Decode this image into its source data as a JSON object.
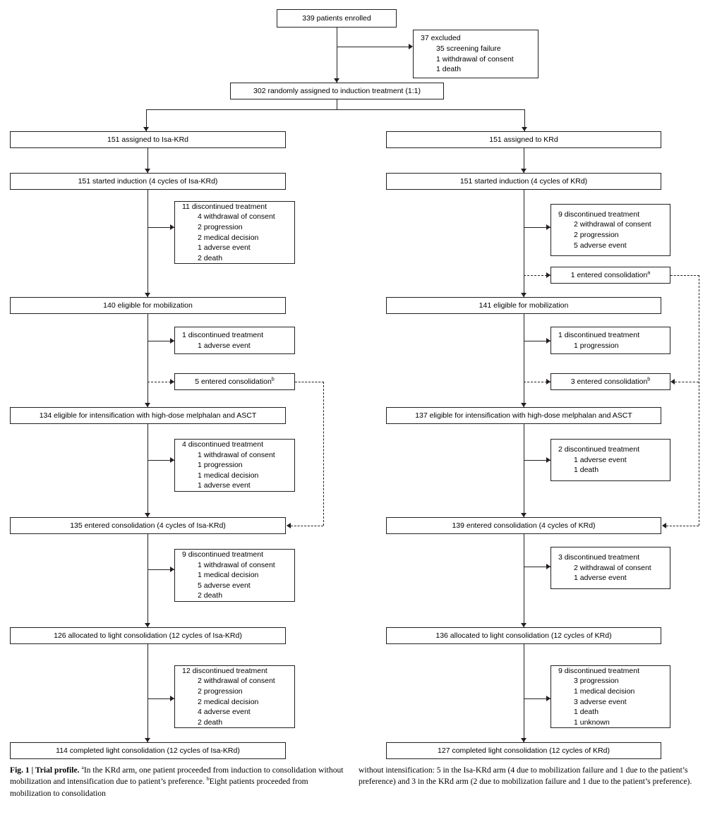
{
  "figure": {
    "type": "consort-flow-diagram",
    "label": "Fig. 1",
    "title": "Trial profile."
  },
  "nodes": {
    "enrolled": {
      "text": "339 patients enrolled"
    },
    "excluded": {
      "head": "37 excluded",
      "items": [
        "35 screening failure",
        "1 withdrawal of consent",
        "1 death"
      ]
    },
    "randomized": {
      "text": "302 randomly assigned to induction treatment (1:1)"
    },
    "left_assigned": {
      "text": "151 assigned to Isa-KRd"
    },
    "left_induction": {
      "text": "151 started induction (4 cycles of Isa-KRd)"
    },
    "left_disc1": {
      "head": "11 discontinued treatment",
      "items": [
        "4 withdrawal of consent",
        "2 progression",
        "2 medical decision",
        "1 adverse event",
        "2 death"
      ]
    },
    "left_mobilization": {
      "text": "140 eligible for mobilization"
    },
    "left_disc2": {
      "head": "1 discontinued treatment",
      "items": [
        "1 adverse event"
      ]
    },
    "left_entered_consol_side": {
      "text": "5 entered consolidation",
      "footnote": "b"
    },
    "left_intensification": {
      "text": "134 eligible for intensification with high-dose melphalan and ASCT"
    },
    "left_disc3": {
      "head": "4 discontinued treatment",
      "items": [
        "1 withdrawal of consent",
        "1 progression",
        "1 medical decision",
        "1 adverse event"
      ]
    },
    "left_consolidation": {
      "text": "135 entered consolidation (4 cycles of Isa-KRd)"
    },
    "left_disc4": {
      "head": "9 discontinued treatment",
      "items": [
        "1 withdrawal of consent",
        "1 medical decision",
        "5 adverse event",
        "2 death"
      ]
    },
    "left_light_consol": {
      "text": "126 allocated to light consolidation (12 cycles of Isa-KRd)"
    },
    "left_disc5": {
      "head": "12 discontinued treatment",
      "items": [
        "2 withdrawal of consent",
        "2 progression",
        "2 medical decision",
        "4 adverse event",
        "2 death"
      ]
    },
    "left_completed": {
      "text": "114 completed light consolidation (12 cycles of Isa-KRd)"
    },
    "right_assigned": {
      "text": "151 assigned to KRd"
    },
    "right_induction": {
      "text": "151 started induction (4 cycles of KRd)"
    },
    "right_disc1": {
      "head": "9 discontinued treatment",
      "items": [
        "2 withdrawal of consent",
        "2 progression",
        "5 adverse event"
      ]
    },
    "right_entered_consol_a": {
      "text": "1 entered consolidation",
      "footnote": "a"
    },
    "right_mobilization": {
      "text": "141 eligible for mobilization"
    },
    "right_disc2": {
      "head": "1 discontinued treatment",
      "items": [
        "1 progression"
      ]
    },
    "right_entered_consol_side": {
      "text": "3 entered consolidation",
      "footnote": "b"
    },
    "right_intensification": {
      "text": "137 eligible for intensification with high-dose melphalan and ASCT"
    },
    "right_disc3": {
      "head": "2 discontinued treatment",
      "items": [
        "1 adverse event",
        "1 death"
      ]
    },
    "right_consolidation": {
      "text": "139 entered consolidation (4 cycles of KRd)"
    },
    "right_disc4": {
      "head": "3 discontinued treatment",
      "items": [
        "2 withdrawal of consent",
        "1 adverse event"
      ]
    },
    "right_light_consol": {
      "text": "136 allocated to light consolidation (12 cycles of KRd)"
    },
    "right_disc5": {
      "head": "9 discontinued treatment",
      "items": [
        "3 progression",
        "1 medical decision",
        "3 adverse event",
        "1 death",
        "1 unknown"
      ]
    },
    "right_completed": {
      "text": "127 completed light consolidation (12 cycles of KRd)"
    }
  },
  "caption": {
    "fig_label": "Fig. 1",
    "separator": " | ",
    "title": "Trial profile.",
    "footnote_a_marker": "a",
    "footnote_a_text": "In the KRd arm, one patient proceeded from induction to consolidation without mobilization and intensification due to patient’s preference. ",
    "footnote_b_marker": "b",
    "footnote_b_text": "Eight patients proceeded from mobilization to consolidation without intensification: 5 in the Isa-KRd arm (4 due to mobilization failure and 1 due to the patient’s preference) and 3 in the KRd arm (2 due to mobilization failure and 1 due to the patient’s preference)."
  },
  "colors": {
    "stroke": "#231f20",
    "background": "#ffffff",
    "text": "#000000"
  }
}
